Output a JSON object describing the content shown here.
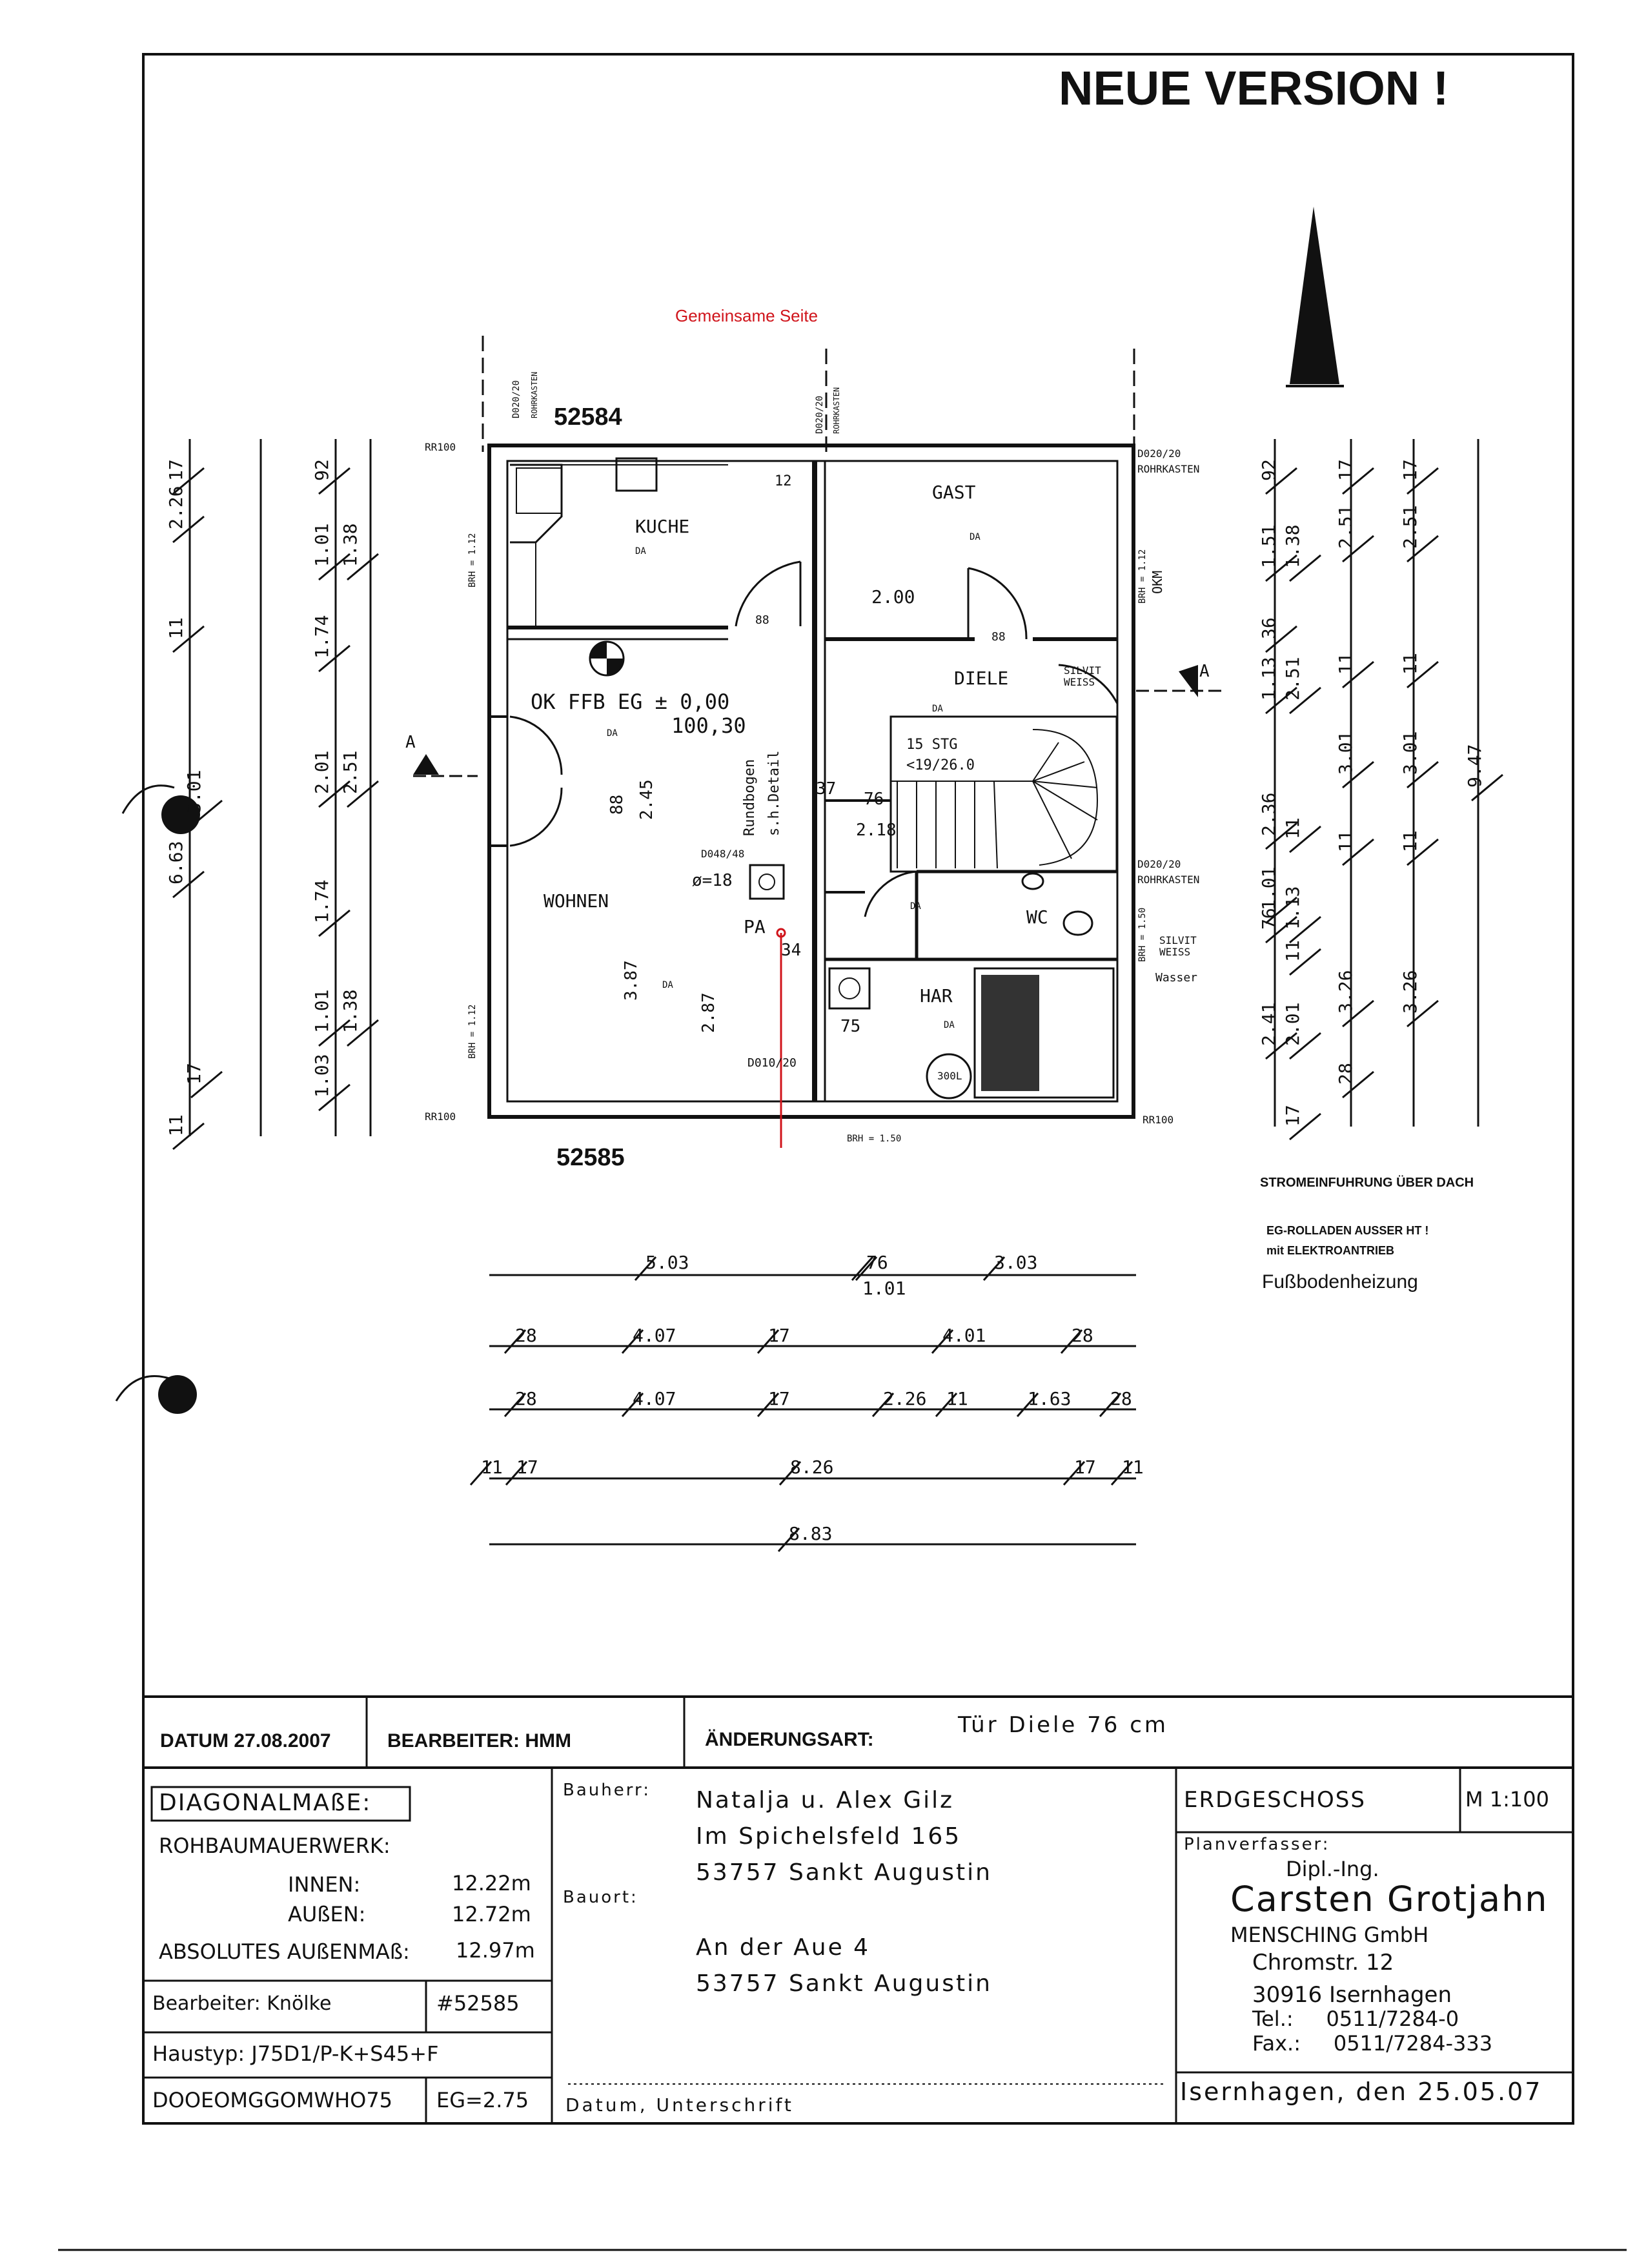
{
  "header": {
    "version_note": "NEUE VERSION !",
    "shared_side_note": "Gemeinsame Seite"
  },
  "plan": {
    "lot_top": "52584",
    "lot_bottom": "52585",
    "rooms": {
      "kuche": "KUCHE",
      "gast": "GAST",
      "diele": "DIELE",
      "wohnen": "WOHNEN",
      "wc": "WC",
      "har": "HAR"
    },
    "level_marker": "OK FFB EG ± 0,00",
    "level_value": "100,30",
    "stair": {
      "count": "15 STG",
      "ratio": "<19/26.0"
    },
    "rundbogen": "Rundbogen",
    "detail": "s.h.Detail",
    "pa": "PA",
    "pa_size": "ø=18",
    "pa_box": "D048/48",
    "da": "DA",
    "silvit_1": "SILVIT",
    "silvit_2": "WEISS",
    "wasser": "Wasser",
    "okm": "OKM",
    "tank": "300L",
    "section_mark": "A",
    "rohrkasten": "ROHRKASTEN",
    "duct_a": "D020/20",
    "duct_b": "D010/20",
    "rr100": "RR100",
    "brh_112": "BRH = 1.12",
    "brh_150": "BRH = 1.50",
    "door_88": "88",
    "dim_200": "2.00",
    "dim_37": "37",
    "dim_76": "76",
    "dim_218": "2.18",
    "dim_245": "2.45",
    "dim_88": "88",
    "dim_387": "3.87",
    "dim_287": "2.87",
    "dim_34": "34",
    "dim_75": "75",
    "dim_12": "12"
  },
  "dims_left": {
    "outer_a": [
      "17",
      "2.26",
      "11",
      "6.63",
      "11"
    ],
    "outer_b": [
      "3.01",
      "17"
    ],
    "inner_a": [
      "92",
      "1.01",
      "1.74",
      "2.01",
      "1.74",
      "1.01",
      "1.03"
    ],
    "inner_b": [
      "1.38",
      "2.51",
      "1.38"
    ]
  },
  "dims_right": {
    "col1": [
      "92",
      "1.51",
      "36",
      "1.13",
      "2.36",
      "76",
      "1.01",
      "2.41"
    ],
    "col2": [
      "1.38",
      "2.51",
      "11",
      "1.13",
      "11",
      "2.01",
      "17"
    ],
    "col3": [
      "17",
      "2.51",
      "11",
      "3.01",
      "11",
      "3.26",
      "28"
    ],
    "col4": [
      "17",
      "2.51",
      "11",
      "3.01",
      "11",
      "3.26"
    ],
    "col5": [
      "9.47"
    ]
  },
  "dims_bottom": {
    "row1": [
      "5.03",
      "76",
      "1.01",
      "3.03"
    ],
    "row2": [
      "28",
      "4.07",
      "17",
      "4.01",
      "28"
    ],
    "row3": [
      "28",
      "4.07",
      "17",
      "2.26",
      "11",
      "1.63",
      "28"
    ],
    "row4": [
      "11",
      "17",
      "8.26",
      "17",
      "11"
    ],
    "row5": [
      "8.83"
    ]
  },
  "notes": {
    "line1": "STROMEINFUHRUNG ÜBER DACH",
    "line2": "EG-ROLLADEN AUSSER HT !",
    "line3": "mit ELEKTROANTRIEB",
    "line4": "Fußbodenheizung"
  },
  "titleblock": {
    "datum": "DATUM 27.08.2007",
    "bearbeiter": "BEARBEITER: HMM",
    "aenderungsart_label": "ÄNDERUNGSART:",
    "aenderungsart_value": "Tür Diele 76 cm",
    "diag_title": "DIAGONALMAßE:",
    "rohbau": "ROHBAUMAUERWERK:",
    "innen_label": "INNEN:",
    "innen_value": "12.22m",
    "aussen_label": "AUßEN:",
    "aussen_value": "12.72m",
    "absolut_label": "ABSOLUTES AUßENMAß:",
    "absolut_value": "12.97m",
    "bearbeiter2": "Bearbeiter: Knölke",
    "nummer": "#52585",
    "haustyp": "Haustyp: J75D1/P-K+S45+F",
    "code": "DOOEOMGGOMWHO75",
    "eg": "EG=2.75",
    "bauherr_label": "Bauherr:",
    "bauherr_1": "Natalja u. Alex Gilz",
    "bauherr_2": "Im Spichelsfeld 165",
    "bauherr_3": "53757 Sankt Augustin",
    "bauort_label": "Bauort:",
    "bauort_1": "An der Aue 4",
    "bauort_2": "53757 Sankt Augustin",
    "datum_unterschrift": "Datum, Unterschrift",
    "geschoss": "ERDGESCHOSS",
    "massstab": "M 1:100",
    "planverfasser_label": "Planverfasser:",
    "dipl": "Dipl.-Ing.",
    "name": "Carsten Grotjahn",
    "firma": "MENSCHING GmbH",
    "strasse": "Chromstr. 12",
    "ort": "30916 Isernhagen",
    "tel": "Tel.:     0511/7284-0",
    "fax": "Fax.:     0511/7284-333",
    "ort_datum": "Isernhagen, den 25.05.07"
  },
  "colors": {
    "ink": "#111111",
    "annotation_red": "#d0141b"
  }
}
